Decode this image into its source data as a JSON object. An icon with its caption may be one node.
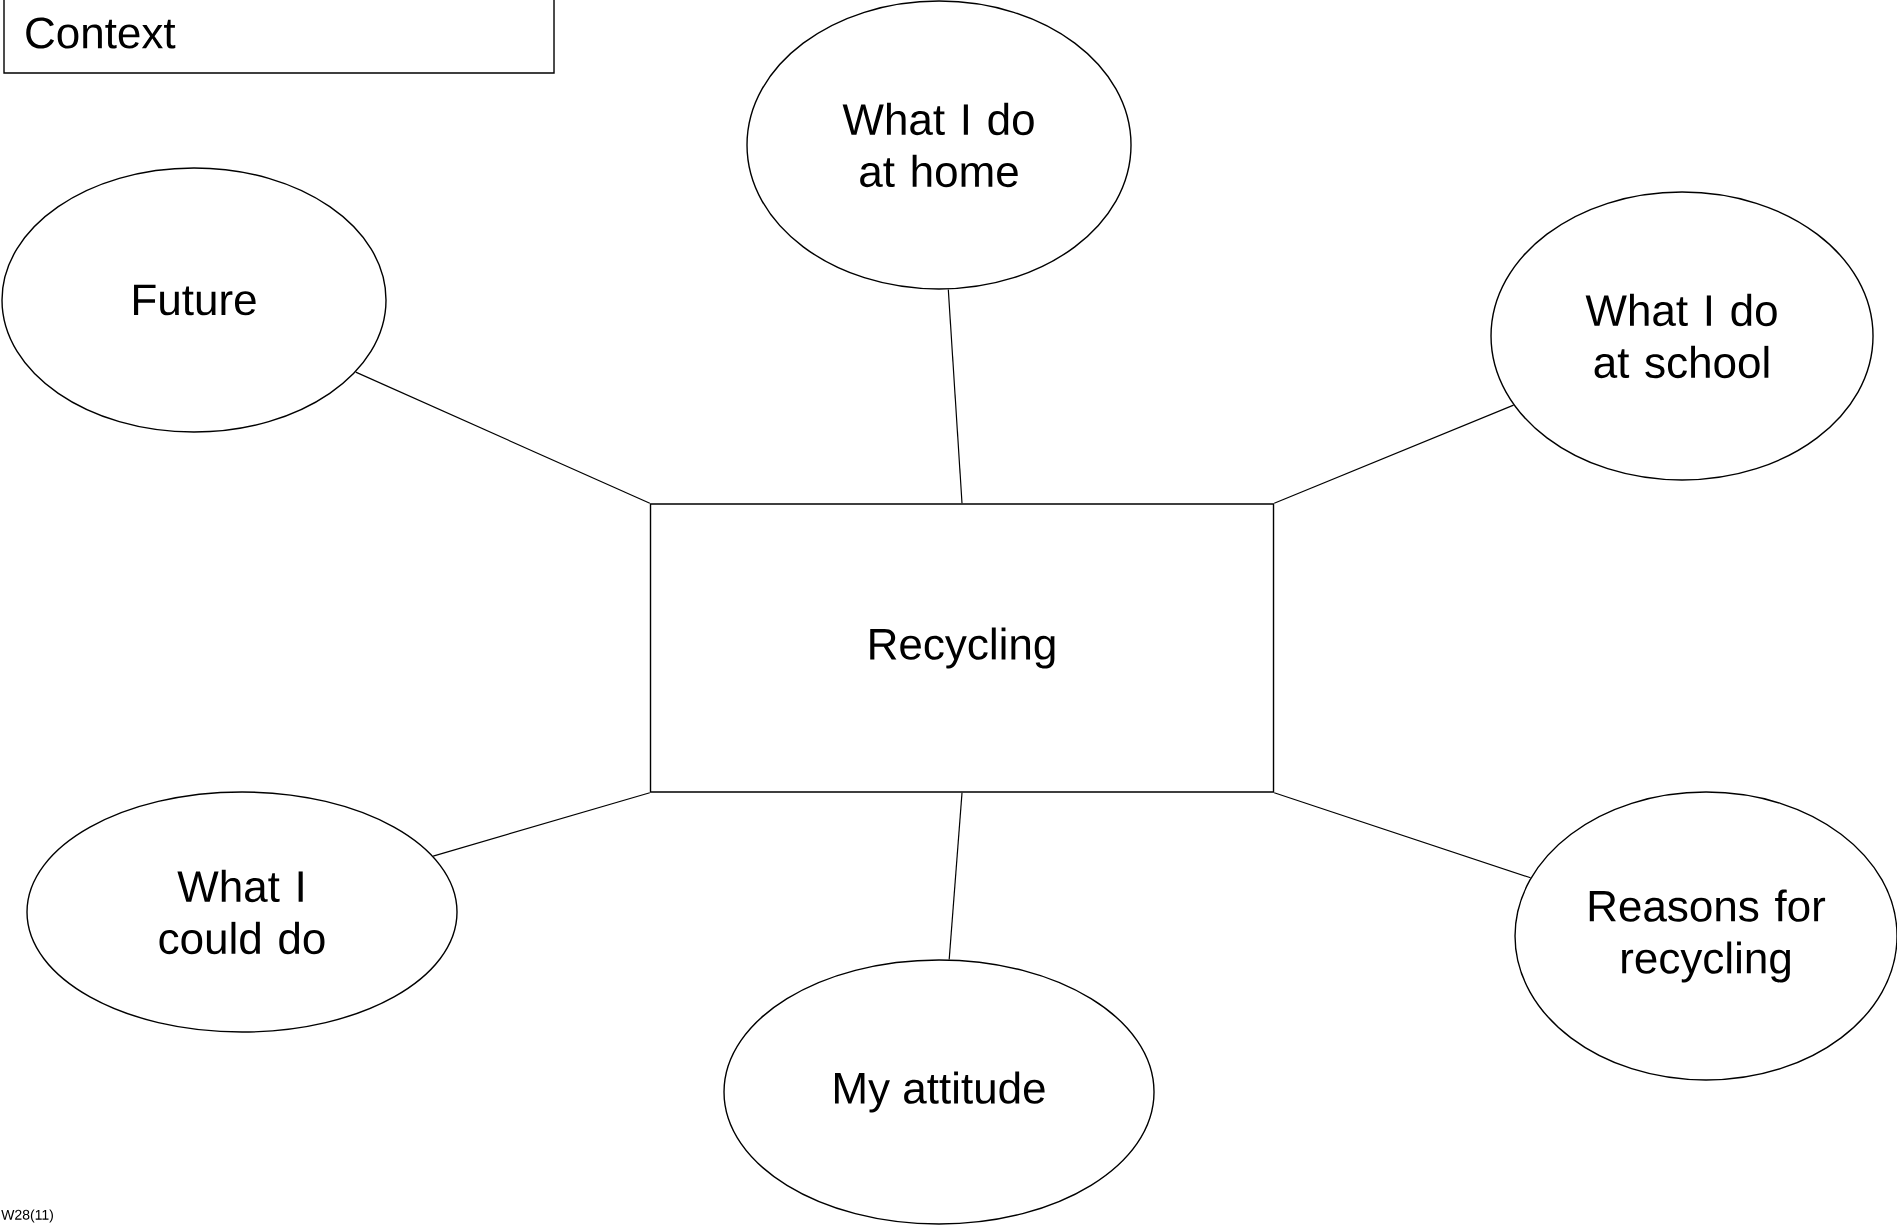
{
  "diagram": {
    "nodes": [
      {
        "text": [
          "Context"
        ]
      },
      {
        "text": [
          "What I do at home"
        ]
      },
      {
        "text": [
          "Future"
        ]
      },
      {
        "text": [
          "What I do at school"
        ]
      },
      {
        "text": [
          "Recycling"
        ]
      },
      {
        "text": [
          "What I could do"
        ]
      },
      {
        "text": [
          "Reasons for recycling"
        ]
      },
      {
        "text": [
          "My attitude"
        ]
      }
    ],
    "edges": [
      {
        "from": 4,
        "to": 1,
        "arrow": "none"
      },
      {
        "from": 4,
        "to": 2,
        "arrow": "none"
      },
      {
        "from": 4,
        "to": 3,
        "arrow": "none"
      },
      {
        "from": 4,
        "to": 5,
        "arrow": "none"
      },
      {
        "from": 4,
        "to": 6,
        "arrow": "none"
      },
      {
        "from": 4,
        "to": 7,
        "arrow": "none"
      }
    ],
    "labels": [
      "W28(11)"
    ]
  }
}
